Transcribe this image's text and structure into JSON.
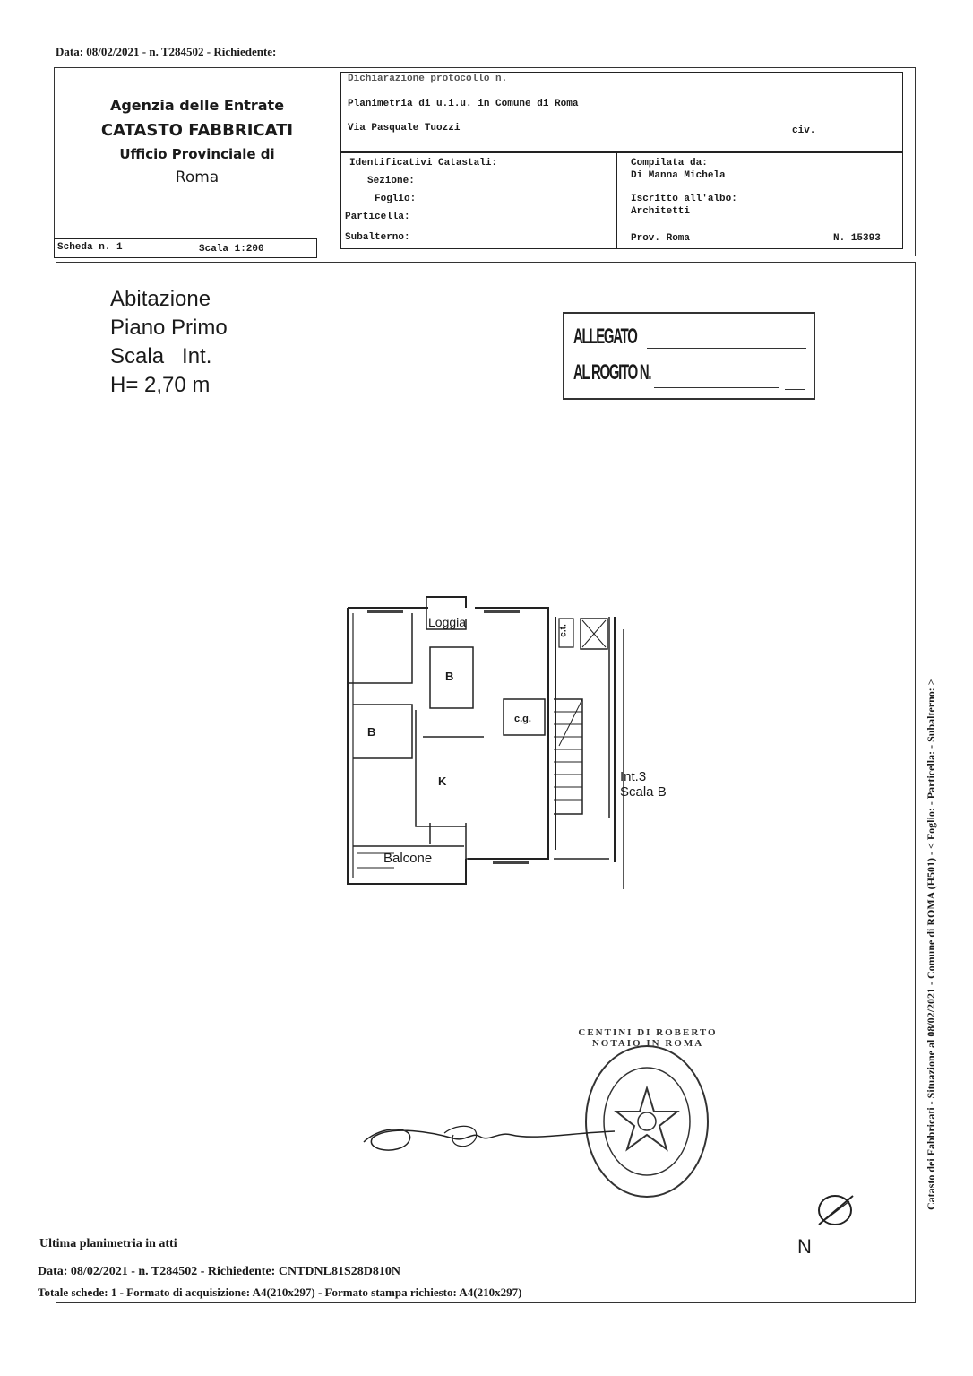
{
  "header": {
    "request_line": "Data: 08/02/2021 - n. T284502 - Richiedente:",
    "agency": {
      "line1": "Agenzia delle Entrate",
      "line2": "CATASTO FABBRICATI",
      "line3": "Ufficio Provinciale di",
      "line4": "Roma"
    },
    "dichiarazione": "Dichiarazione protocollo n.",
    "planimetria": "Planimetria di u.i.u. in Comune di Roma",
    "address": "Via Pasquale Tuozzi",
    "civ": "civ.",
    "identificativi": {
      "title": "Identificativi Catastali:",
      "sezione": "Sezione:",
      "foglio": "Foglio:",
      "particella": "Particella:",
      "subalterno": "Subalterno:"
    },
    "compilata": {
      "label": "Compilata da:",
      "name": "Di Manna Michela",
      "iscritto_label": "Iscritto all'albo:",
      "albo": "Architetti",
      "prov": "Prov. Roma",
      "number": "N. 15393"
    },
    "scheda": "Scheda n. 1",
    "scala": "Scala 1:200"
  },
  "plan_info": {
    "line1": "Abitazione",
    "line2": "Piano Primo",
    "line3": "Scala   Int.",
    "line4": "H= 2,70 m"
  },
  "allegato": {
    "line1": "ALLEGATO",
    "line2": "AL ROGITO N."
  },
  "rooms": {
    "loggia": "Loggia",
    "bath1": "B",
    "bath2": "B",
    "ct": "c.t.",
    "cg": "c.g.",
    "kitchen": "K",
    "balcone": "Balcone",
    "int3": "Int.3",
    "scala_b": "Scala B"
  },
  "north": "N",
  "footer": {
    "line1": "Ultima planimetria in atti",
    "line2": "Data: 08/02/2021 - n. T284502 - Richiedente: CNTDNL81S28D810N",
    "line3": "Totale schede: 1 - Formato di acquisizione: A4(210x297) - Formato stampa richiesto: A4(210x297)"
  },
  "side_text": "Catasto dei Fabbricati - Situazione al 08/02/2021 - Comune di ROMA (H501) - < Foglio:    - Particella:    - Subalterno:    >",
  "seal_text": "CENTINI DI ROBERTO NOTAIO IN ROMA"
}
